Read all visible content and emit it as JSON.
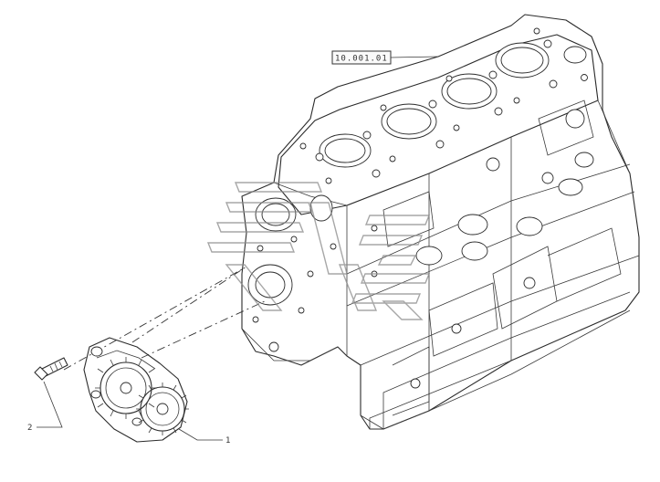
{
  "reference_box": {
    "text": "10.001.01"
  },
  "callouts": [
    {
      "id": "bolt",
      "label": "2"
    },
    {
      "id": "oil-pump",
      "label": "1"
    }
  ],
  "watermark": {
    "icon": "watermark-logo-icon"
  }
}
